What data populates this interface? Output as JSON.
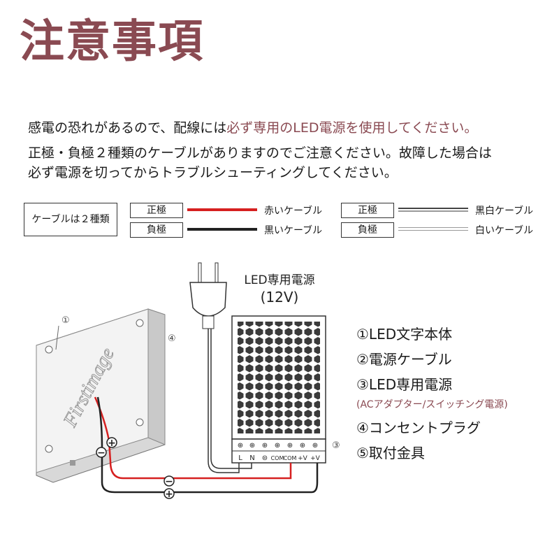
{
  "title": "注意事項",
  "notes": {
    "line1_plain": "感電の恐れがあるので、配線には",
    "line1_highlight": "必ず専用のLED電源を使用してください。",
    "line2": "正極・負極２種類のケーブルがありますのでご注意ください。故障した場合は",
    "line3": "必ず電源を切ってからトラブルシューティングしてください。"
  },
  "cables": {
    "header": "ケーブルは２種類",
    "rows": [
      {
        "pole": "正極",
        "desc": "赤いケーブル",
        "color": "#d62020"
      },
      {
        "pole": "負極",
        "desc": "黒いケーブル",
        "color": "#222222"
      },
      {
        "pole": "正極",
        "desc": "黒白ケーブル",
        "color": "#555555"
      },
      {
        "pole": "負極",
        "desc": "白いケーブル",
        "color": "#cccccc"
      }
    ]
  },
  "diagram": {
    "psu_title": "LED専用電源",
    "psu_voltage": "(12V)",
    "callouts": [
      "①",
      "④",
      "③"
    ],
    "terminals": [
      "L",
      "N",
      "⊜",
      "COM",
      "COM",
      "+V",
      "+V"
    ],
    "minus": "−",
    "plus": "+",
    "sign_text": "Firstimage"
  },
  "legend": {
    "items": [
      "①LED文字本体",
      "②電源ケーブル",
      "③LED専用電源",
      "④コンセントプラグ",
      "⑤取付金具"
    ],
    "sub": "(ACアダプター/スイッチング電源)"
  },
  "colors": {
    "accent": "#8a4a52",
    "red_wire": "#d62020"
  }
}
